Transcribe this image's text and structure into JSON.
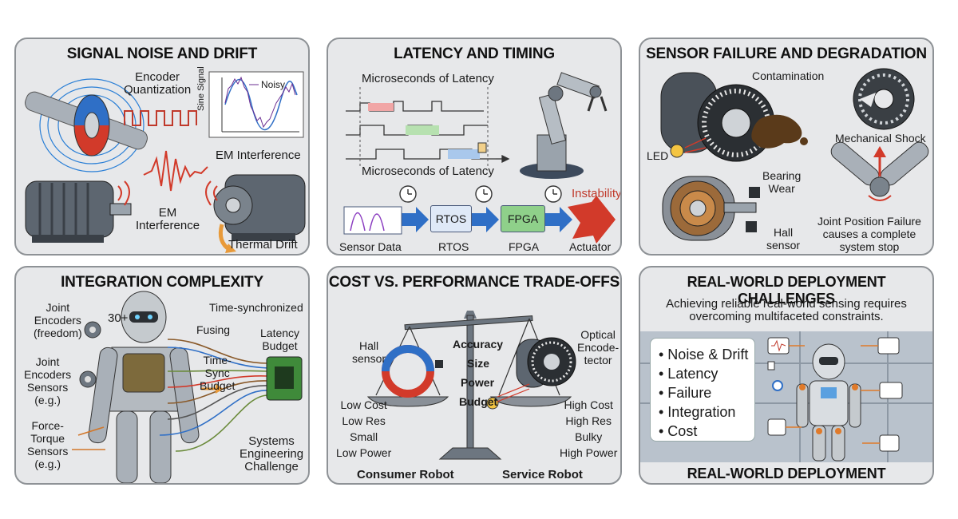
{
  "panels": {
    "noise": {
      "title": "SIGNAL NOISE AND DRIFT",
      "encoder_quantization": "Encoder\nQuantization",
      "noisy": "Noisy",
      "sine_signal": "Sine Signal",
      "em_interference_1": "EM Interference",
      "em_interference_2": "EM\nInterference",
      "thermal_drift": "Thermal Drift"
    },
    "latency": {
      "title": "LATENCY AND TIMING",
      "micro_top": "Microseconds of Latency",
      "micro_bottom": "Microseconds of Latency",
      "rtos": "RTOS",
      "fpga": "FPGA",
      "instability": "Instability",
      "sensor_data": "Sensor Data",
      "rtos_label": "RTOS",
      "fpga_label": "FPGA",
      "actuator": "Actuator"
    },
    "failure": {
      "title": "SENSOR FAILURE AND DEGRADATION",
      "contamination": "Contamination",
      "mechanical_shock": "Mechanical Shock",
      "led": "LED",
      "bearing_wear": "Bearing\nWear",
      "hall_sensor": "Hall\nsensor",
      "joint_failure": "Joint Position Failure\ncauses a complete\nsystem stop"
    },
    "integration": {
      "title": "INTEGRATION COMPLEXITY",
      "joint_encoders_freedom": "Joint\nEncoders\n(freedom)",
      "count": "30+",
      "time_synchronized": "Time-synchronized",
      "fusing": "Fusing",
      "latency_budget": "Latency\nBudget",
      "joint_encoders_sensors": "Joint\nEncoders\nSensors\n(e.g.)",
      "time_sync_budget": "Time-\nSync\nBudget",
      "force_torque": "Force-\nTorque\nSensors\n(e.g.)",
      "systems_engineering": "Systems\nEngineering\nChallenge"
    },
    "cost": {
      "title": "COST VS. PERFORMANCE TRADE-OFFS",
      "hall_sensor": "Hall\nsensor",
      "accuracy": "Accuracy",
      "size": "Size",
      "power": "Power",
      "budget": "Budget",
      "optical": "Optical\nEncode-\ntector",
      "low_specs": "Low Cost\nLow Res\nSmall\nLow Power",
      "high_specs": "High Cost\nHigh Res\nBulky\nHigh Power",
      "consumer_robot": "Consumer Robot",
      "service_robot": "Service Robot"
    },
    "deploy": {
      "title": "REAL-WORLD DEPLOYMENT CHALLENGES",
      "subtitle": "Achieving reliable real-world sensing requires\novercoming multifaceted constraints.",
      "list": [
        "• Noise & Drift",
        "• Latency",
        "• Failure",
        "• Integration",
        "• Cost"
      ],
      "footer": "REAL-WORLD DEPLOYMENT CHALLENGES"
    }
  },
  "colors": {
    "panel_bg": "#e7e8ea",
    "border": "#8e9296",
    "accent_red": "#d23a2a",
    "accent_blue": "#2f6fc6",
    "accent_orange": "#e89a3a"
  }
}
